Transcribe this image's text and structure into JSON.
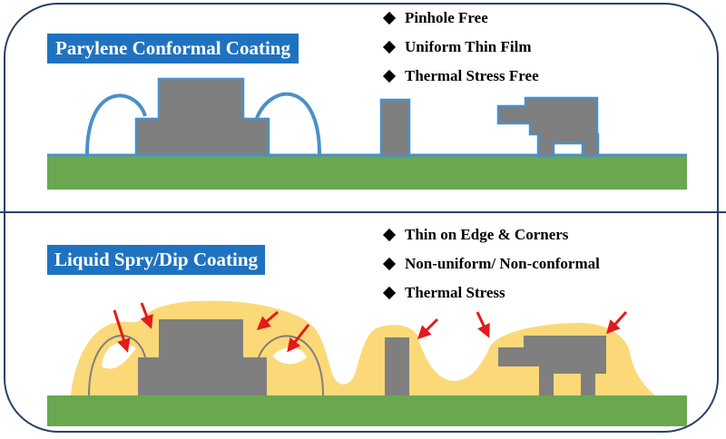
{
  "top_panel": {
    "title": "Parylene Conformal Coating",
    "bullets": [
      "Pinhole Free",
      "Uniform Thin Film",
      "Thermal Stress Free"
    ]
  },
  "bottom_panel": {
    "title": "Liquid Spry/Dip Coating",
    "bullets": [
      "Thin on Edge & Corners",
      "Non-uniform/ Non-conformal",
      "Thermal Stress"
    ]
  },
  "colors": {
    "substrate": "#6aa84f",
    "component": "#7f7f7f",
    "parylene": "#4a90c8",
    "liquid_coating": "#fcd978",
    "arrow": "#e31a1c",
    "title_box": "#1f72c0",
    "frame": "#2b3f64"
  }
}
